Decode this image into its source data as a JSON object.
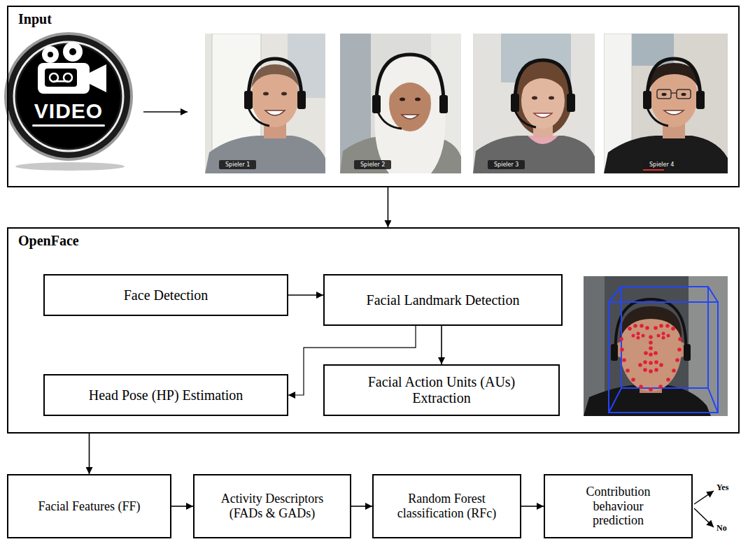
{
  "diagram": {
    "nodes": [
      {
        "text": [
          "Input"
        ]
      },
      {
        "text": [
          "OpenFace"
        ]
      },
      {
        "text": [
          "Face Detection"
        ],
        "in": 1
      },
      {
        "text": [
          "Facial Landmark Detection"
        ],
        "in": 1
      },
      {
        "text": [
          "Head Pose (HP) Estimation"
        ],
        "in": 1
      },
      {
        "text": [
          "Facial Action Units (AUs) Extraction"
        ],
        "in": 1
      },
      {
        "text": [
          "Facial Features (FF)"
        ]
      },
      {
        "text": [
          "Activity Descriptors (FADs & GADs)"
        ]
      },
      {
        "text": [
          "Random Forest classification (RFc)"
        ]
      },
      {
        "text": [
          "Contribution behaviour prediction"
        ]
      }
    ],
    "edges": [
      {
        "from": 0,
        "to": 1,
        "arrow": "to"
      },
      {
        "from": 2,
        "to": 3,
        "arrow": "to"
      },
      {
        "from": 3,
        "to": 5,
        "arrow": "to"
      },
      {
        "from": 3,
        "to": 4,
        "arrow": "to"
      },
      {
        "from": 1,
        "to": 6,
        "arrow": "to"
      },
      {
        "from": 6,
        "to": 7,
        "arrow": "to"
      },
      {
        "from": 7,
        "to": 8,
        "arrow": "to"
      },
      {
        "from": 8,
        "to": 9,
        "arrow": "to"
      }
    ],
    "labels": [
      "VIDEO",
      "Spieler 1",
      "Spieler 2",
      "Spieler 3",
      "Spieler 4",
      "Yes",
      "No"
    ]
  }
}
